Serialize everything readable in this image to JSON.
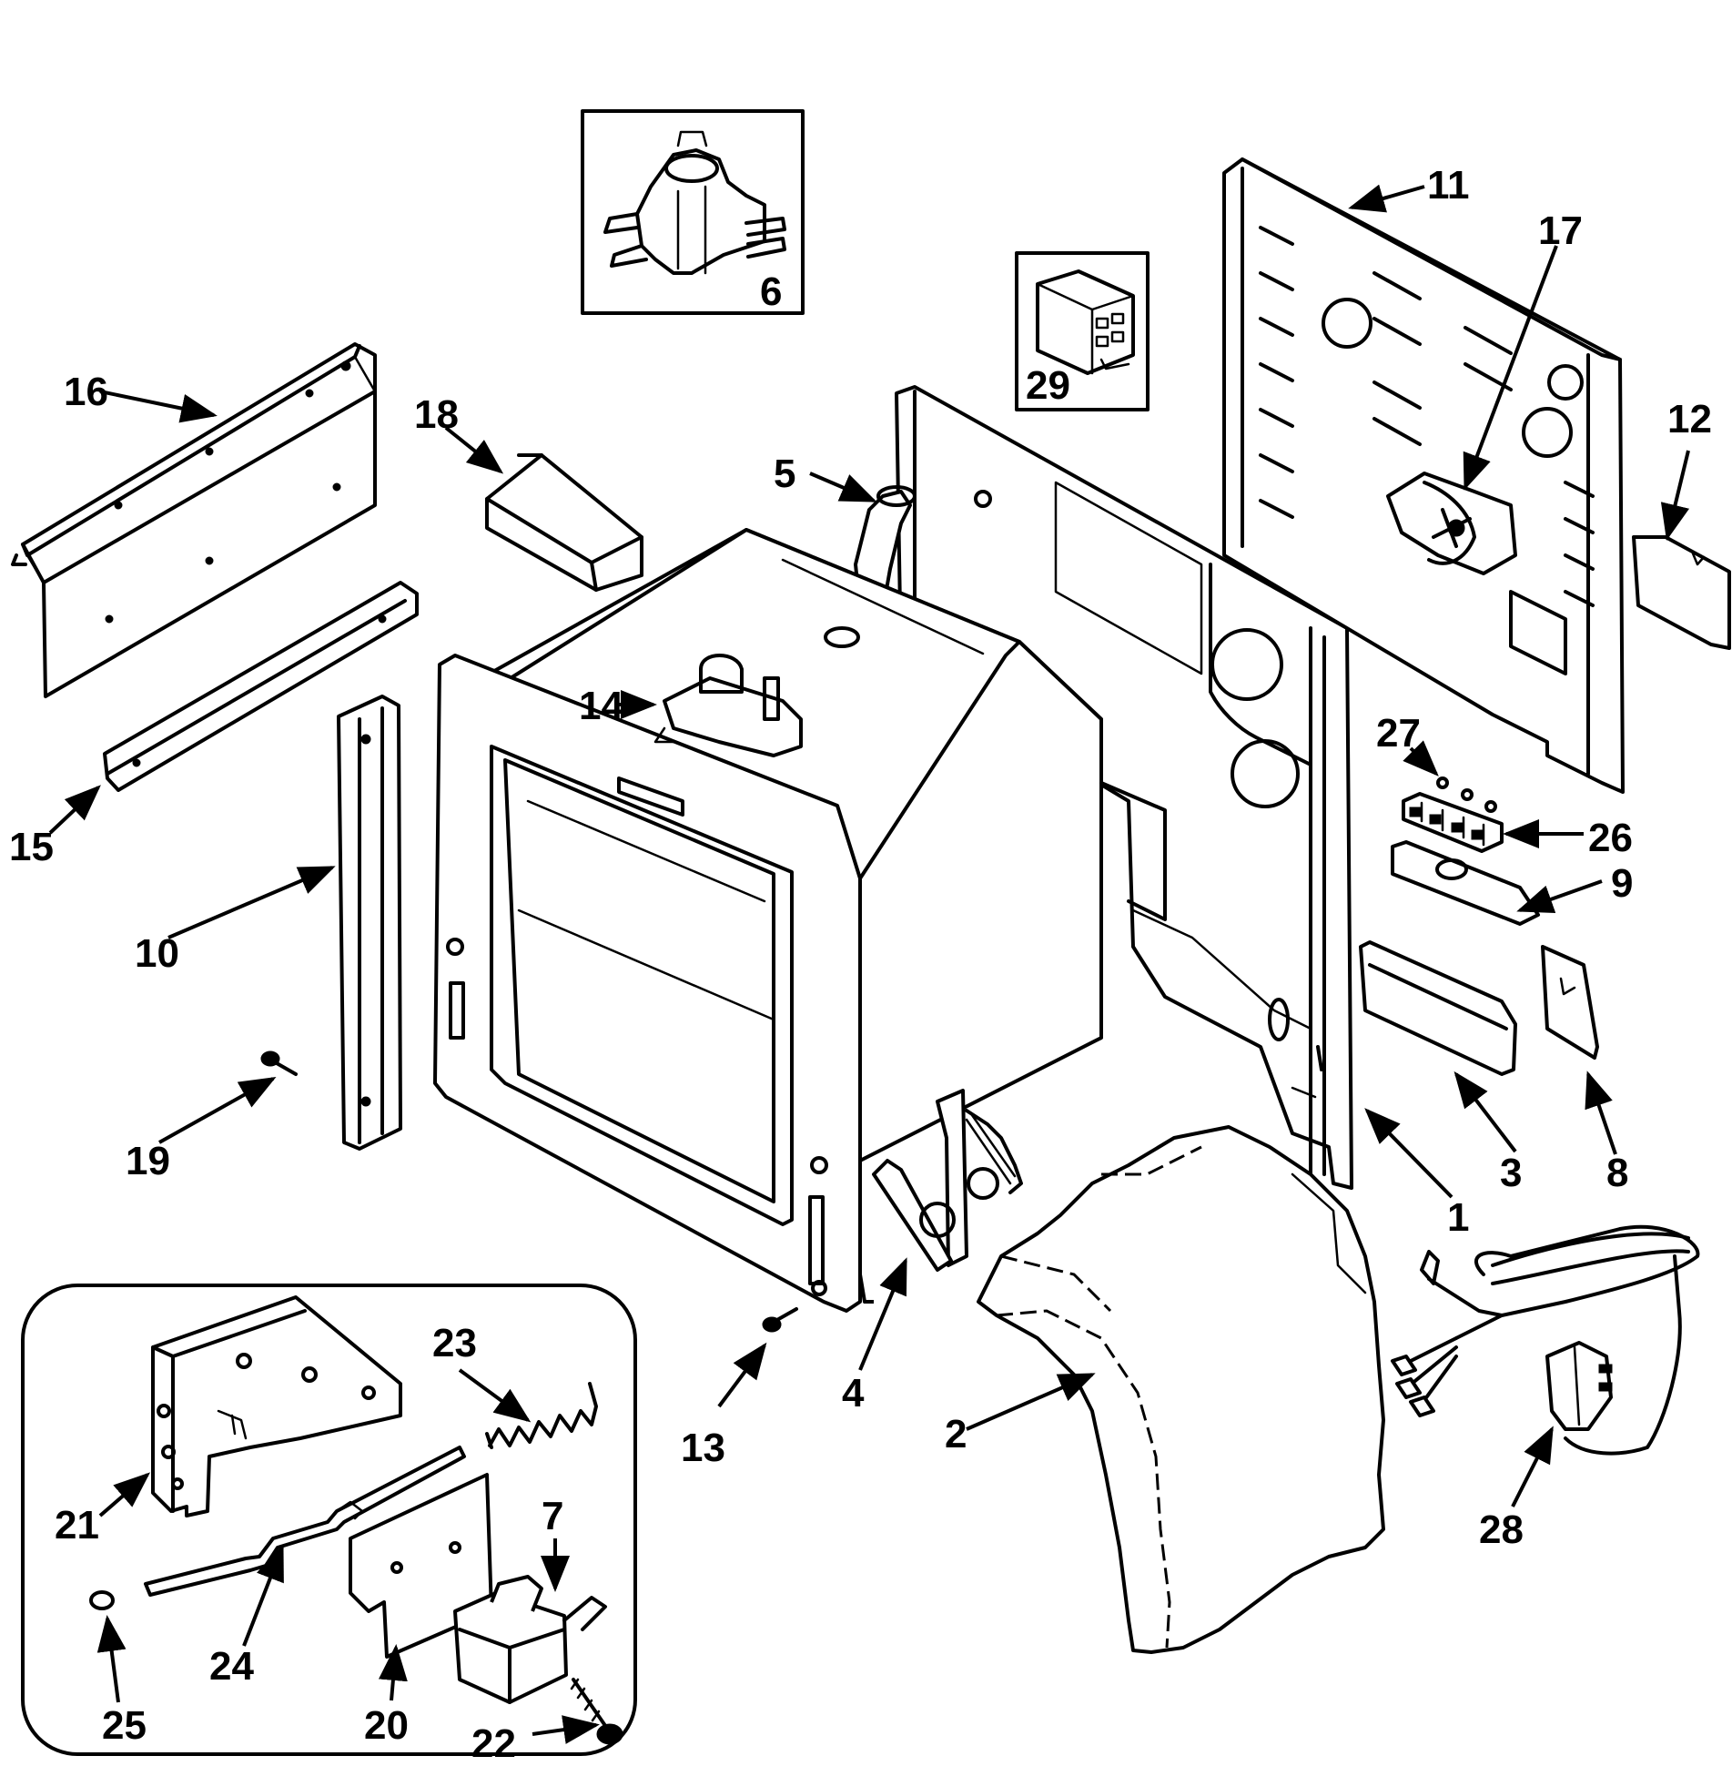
{
  "labels": {
    "p1": "1",
    "p2": "2",
    "p3": "3",
    "p4": "4",
    "p5": "5",
    "p6": "6",
    "p7": "7",
    "p8": "8",
    "p9": "9",
    "p10": "10",
    "p11": "11",
    "p12": "12",
    "p13": "13",
    "p14": "14",
    "p15": "15",
    "p16": "16",
    "p17": "17",
    "p18": "18",
    "p19": "19",
    "p20": "20",
    "p21": "21",
    "p22": "22",
    "p23": "23",
    "p24": "24",
    "p25": "25",
    "p26": "26",
    "p27": "27",
    "p28": "28",
    "p29": "29"
  }
}
